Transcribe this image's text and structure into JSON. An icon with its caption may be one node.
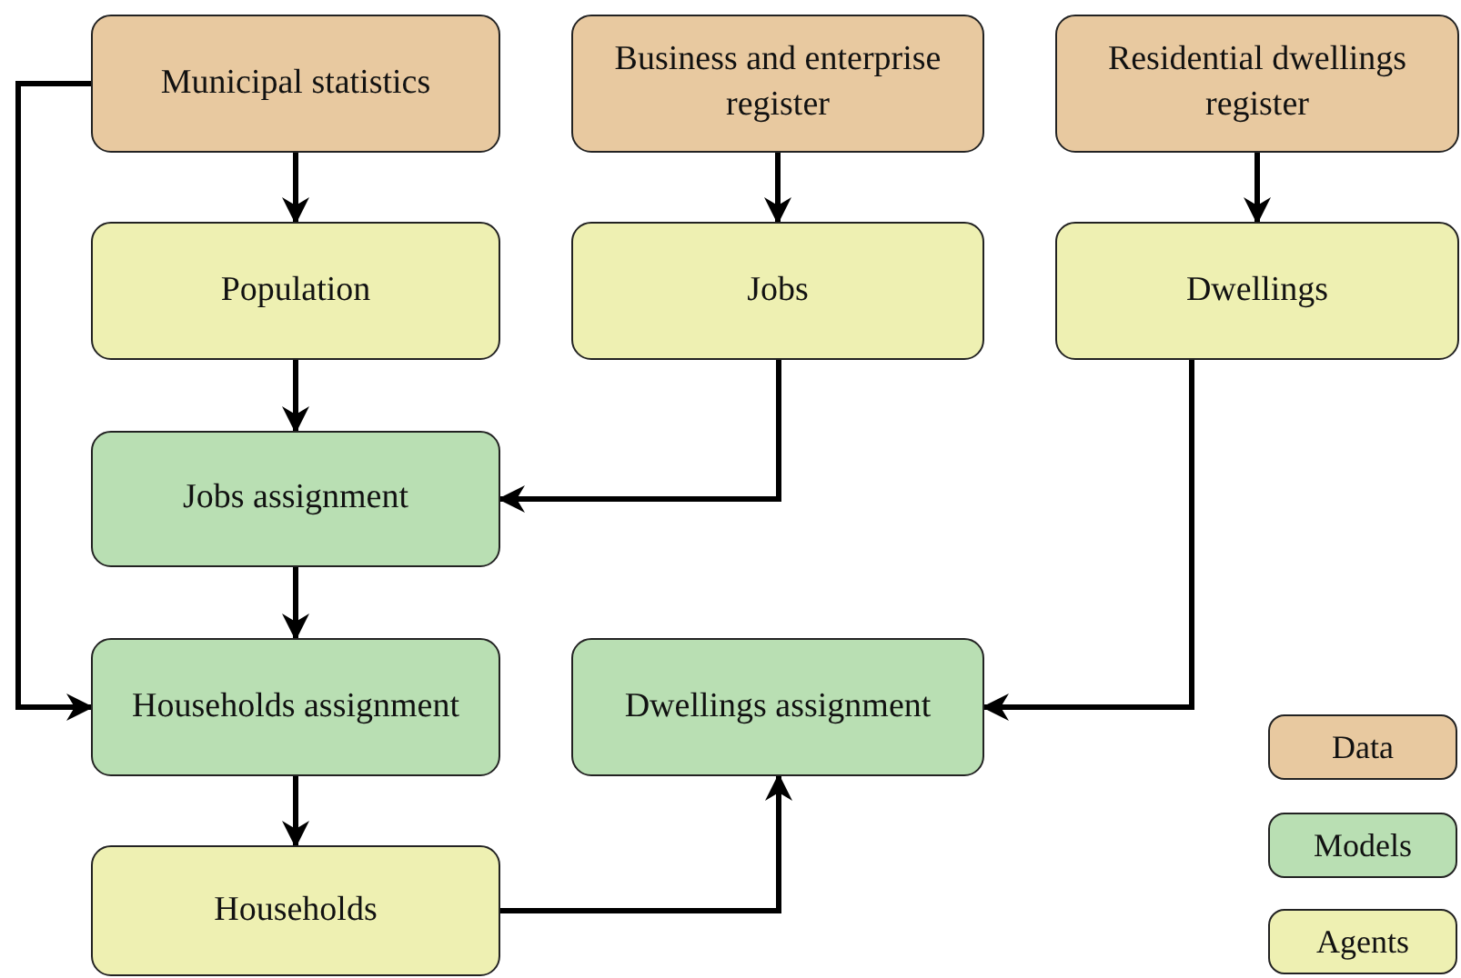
{
  "diagram": {
    "nodes": [
      {
        "text": [
          "Municipal statistics"
        ]
      },
      {
        "text": [
          "Business and enterprise register"
        ]
      },
      {
        "text": [
          "Residential dwellings register"
        ]
      },
      {
        "text": [
          "Population"
        ]
      },
      {
        "text": [
          "Jobs"
        ]
      },
      {
        "text": [
          "Dwellings"
        ]
      },
      {
        "text": [
          "Jobs assignment"
        ]
      },
      {
        "text": [
          "Households assignment"
        ]
      },
      {
        "text": [
          "Dwellings assignment"
        ]
      },
      {
        "text": [
          "Households"
        ]
      }
    ],
    "edges": [
      {
        "from": 0,
        "to": 3,
        "arrow": "to"
      },
      {
        "from": 1,
        "to": 4,
        "arrow": "to"
      },
      {
        "from": 2,
        "to": 5,
        "arrow": "to"
      },
      {
        "from": 3,
        "to": 6,
        "arrow": "to"
      },
      {
        "from": 4,
        "to": 6,
        "arrow": "to"
      },
      {
        "from": 6,
        "to": 7,
        "arrow": "to"
      },
      {
        "from": 0,
        "to": 7,
        "arrow": "to"
      },
      {
        "from": 5,
        "to": 8,
        "arrow": "to"
      },
      {
        "from": 7,
        "to": 9,
        "arrow": "to"
      },
      {
        "from": 9,
        "to": 8,
        "arrow": "to"
      }
    ],
    "legend": [
      {
        "text": "Data",
        "color": "#e8c9a0"
      },
      {
        "text": "Models",
        "color": "#b9dfb3"
      },
      {
        "text": "Agents",
        "color": "#eef0b2"
      }
    ]
  }
}
